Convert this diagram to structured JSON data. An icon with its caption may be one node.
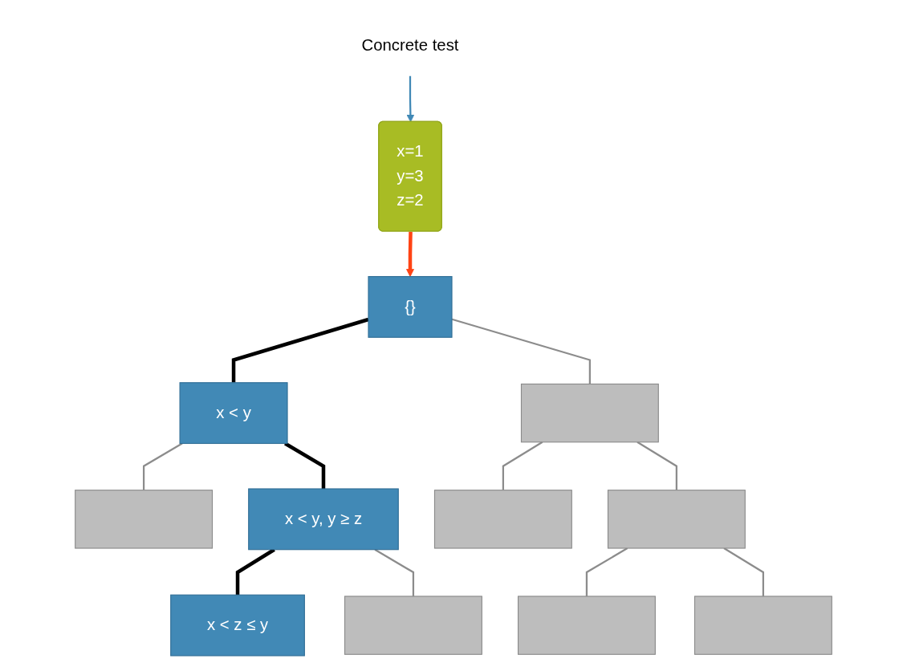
{
  "diagram": {
    "nodes": [
      {
        "text": [
          "x=1",
          "y=3",
          "z=2"
        ]
      },
      {
        "text": [
          "Concrete test"
        ]
      },
      {
        "text": [
          "{}"
        ]
      },
      {
        "text": [
          "x < y"
        ]
      },
      {
        "text": [],
        "shape": "box"
      },
      {
        "text": [],
        "shape": "box"
      },
      {
        "text": [
          "x < y, y ≥ z"
        ]
      },
      {
        "text": [],
        "shape": "box"
      },
      {
        "text": [],
        "shape": "box"
      },
      {
        "text": [
          "x < z ≤ y"
        ]
      },
      {
        "text": [],
        "shape": "box"
      },
      {
        "text": [],
        "shape": "box"
      },
      {
        "text": [],
        "shape": "box"
      }
    ],
    "edges": [
      {
        "from": 0,
        "to": 2,
        "arrow": "to",
        "style": "thick",
        "color": "#ff4314"
      },
      {
        "from": 1,
        "to": 0,
        "arrow": "to",
        "color": "#4189b6"
      },
      {
        "from": 2,
        "to": 3,
        "arrow": "none",
        "style": "thick",
        "color": "#000000"
      },
      {
        "from": 2,
        "to": 4,
        "arrow": "none"
      },
      {
        "from": 3,
        "to": 5,
        "arrow": "none"
      },
      {
        "from": 3,
        "to": 6,
        "arrow": "none",
        "style": "thick",
        "color": "#000000"
      },
      {
        "from": 4,
        "to": 7,
        "arrow": "none"
      },
      {
        "from": 4,
        "to": 8,
        "arrow": "none"
      },
      {
        "from": 6,
        "to": 9,
        "arrow": "none",
        "style": "thick",
        "color": "#000000"
      },
      {
        "from": 6,
        "to": 10,
        "arrow": "none"
      },
      {
        "from": 8,
        "to": 11,
        "arrow": "none"
      },
      {
        "from": 8,
        "to": 12,
        "arrow": "none"
      }
    ]
  }
}
